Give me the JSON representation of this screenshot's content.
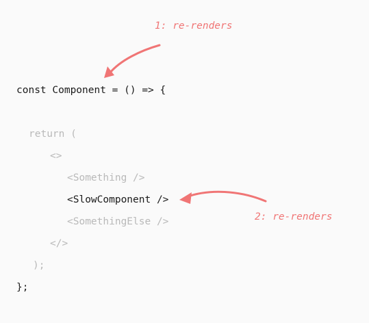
{
  "annotations": {
    "top": "1: re-renders",
    "right": "2: re-renders"
  },
  "code": {
    "line1": "const Component = () => {",
    "line2": "return (",
    "line3": "<>",
    "line4": "<Something />",
    "line5": "<SlowComponent />",
    "line6": "<SomethingElse />",
    "line7": "</>",
    "line8": ");",
    "line9": "};"
  },
  "colors": {
    "accent": "#f07575",
    "code_active": "#1a1a1a",
    "code_dim": "#b9b9b9",
    "background": "#fafafa"
  }
}
